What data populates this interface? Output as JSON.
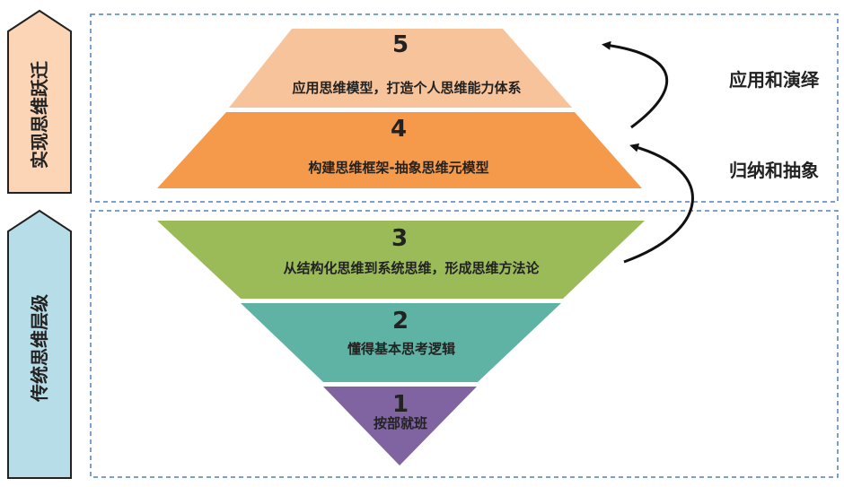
{
  "side_labels": {
    "top": "实现思维跃迁",
    "bottom": "传统思维层级"
  },
  "levels": [
    {
      "number": "5",
      "text": "应用思维模型，打造个人思维能力体系",
      "color": "#f7c39a"
    },
    {
      "number": "4",
      "text": "构建思维框架-抽象思维元模型",
      "color": "#f59a4a"
    },
    {
      "number": "3",
      "text": "从结构化思维到系统思维，形成思维方法论",
      "color": "#9bbb59"
    },
    {
      "number": "2",
      "text": "懂得基本思考逻辑",
      "color": "#5fb3a4"
    },
    {
      "number": "1",
      "text": "按部就班",
      "color": "#8064a2"
    }
  ],
  "arrow_labels": {
    "top": "应用和演绎",
    "bottom": "归纳和抽象"
  },
  "colors": {
    "top_side_fill": "#fbd5b5",
    "bottom_side_fill": "#b7dde8",
    "dashed_border": "#4f81bd"
  }
}
